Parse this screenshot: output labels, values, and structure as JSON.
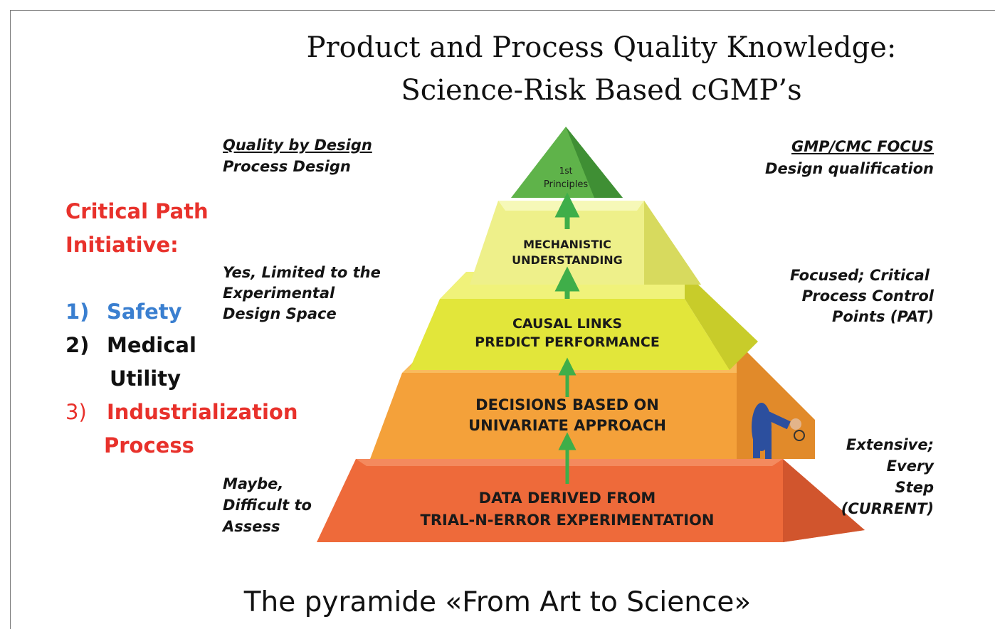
{
  "title": {
    "line1": "Product and Process Quality Knowledge:",
    "line2": "Science-Risk Based cGMP’s"
  },
  "left_column": {
    "header": "Quality by Design",
    "subheader": "Process Design",
    "middle": [
      "Yes, Limited to the",
      "Experimental",
      "Design Space"
    ],
    "bottom": [
      "Maybe,",
      "Difficult to",
      "Assess"
    ]
  },
  "right_column": {
    "header": "GMP/CMC FOCUS",
    "subheader": "Design qualification",
    "middle": [
      "Focused; Critical",
      "Process Control",
      "Points (PAT)"
    ],
    "bottom": [
      "Extensive;",
      "Every",
      "Step",
      "(CURRENT)"
    ]
  },
  "critical_path": {
    "title_line1": "Critical Path",
    "title_line2": "Initiative:",
    "items": [
      {
        "num": "1)",
        "text": "Safety",
        "color": "#3a7fd0"
      },
      {
        "num": "2)",
        "text": "Medical",
        "text2": "Utility",
        "color": "#111111"
      },
      {
        "num": "3)",
        "text": "Industrialization",
        "text2": "Process",
        "color": "#e8312b"
      }
    ]
  },
  "pyramid": {
    "levels": [
      {
        "lines": [
          "1st",
          "Principles"
        ],
        "color": "#5fb34a"
      },
      {
        "lines": [
          "MECHANISTIC",
          "UNDERSTANDING"
        ],
        "color": "#eef08a"
      },
      {
        "lines": [
          "CAUSAL LINKS",
          "PREDICT PERFORMANCE"
        ],
        "color": "#e2e63a"
      },
      {
        "lines": [
          "DECISIONS BASED ON",
          "UNIVARIATE APPROACH"
        ],
        "color": "#f4a13a"
      },
      {
        "lines": [
          "DATA DERIVED FROM",
          "TRIAL-N-ERROR EXPERIMENTATION"
        ],
        "color": "#ee6a3a"
      }
    ],
    "arrow_color": "#3fae49"
  },
  "footer": "The pyramide «From Art to Science»"
}
